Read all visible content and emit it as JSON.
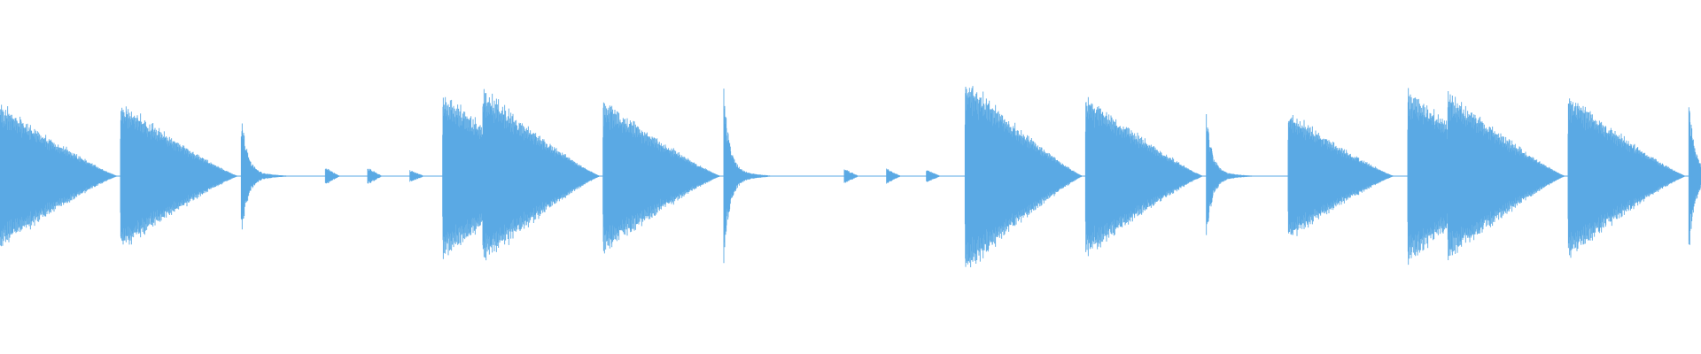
{
  "waveform": {
    "color": "#5aa9e4",
    "background": "#ffffff",
    "duration_beats": 14.1,
    "hits": [
      {
        "beat": 0.0,
        "kind": "tone",
        "amp": 0.58,
        "decay": 1.0
      },
      {
        "beat": 1.0,
        "kind": "tone",
        "amp": 0.6,
        "decay": 1.0
      },
      {
        "beat": 2.0,
        "kind": "click",
        "amp": 0.5,
        "decay": 0.5
      },
      {
        "beat": 2.7,
        "kind": "tick",
        "amp": 0.07,
        "decay": 0.3
      },
      {
        "beat": 3.05,
        "kind": "tick",
        "amp": 0.07,
        "decay": 0.3
      },
      {
        "beat": 3.4,
        "kind": "tick",
        "amp": 0.05,
        "decay": 0.3
      },
      {
        "beat": 3.67,
        "kind": "tone",
        "amp": 0.66,
        "decay": 1.0
      },
      {
        "beat": 4.0,
        "kind": "tone",
        "amp": 0.7,
        "decay": 1.0
      },
      {
        "beat": 5.0,
        "kind": "tone",
        "amp": 0.62,
        "decay": 1.0
      },
      {
        "beat": 6.0,
        "kind": "click",
        "amp": 0.64,
        "decay": 0.5
      },
      {
        "beat": 7.0,
        "kind": "tick",
        "amp": 0.06,
        "decay": 0.3
      },
      {
        "beat": 7.35,
        "kind": "tick",
        "amp": 0.06,
        "decay": 0.3
      },
      {
        "beat": 7.68,
        "kind": "tick",
        "amp": 0.05,
        "decay": 0.3
      },
      {
        "beat": 8.0,
        "kind": "tone",
        "amp": 0.78,
        "decay": 1.0
      },
      {
        "beat": 9.0,
        "kind": "tone",
        "amp": 0.66,
        "decay": 1.0
      },
      {
        "beat": 10.0,
        "kind": "click",
        "amp": 0.48,
        "decay": 0.5
      },
      {
        "beat": 10.68,
        "kind": "tone",
        "amp": 0.52,
        "decay": 0.9
      },
      {
        "beat": 11.67,
        "kind": "tone",
        "amp": 0.7,
        "decay": 1.0
      },
      {
        "beat": 12.0,
        "kind": "tone",
        "amp": 0.68,
        "decay": 1.0
      },
      {
        "beat": 13.0,
        "kind": "tone",
        "amp": 0.66,
        "decay": 1.0
      },
      {
        "beat": 14.0,
        "kind": "click",
        "amp": 0.58,
        "decay": 0.4
      }
    ]
  }
}
